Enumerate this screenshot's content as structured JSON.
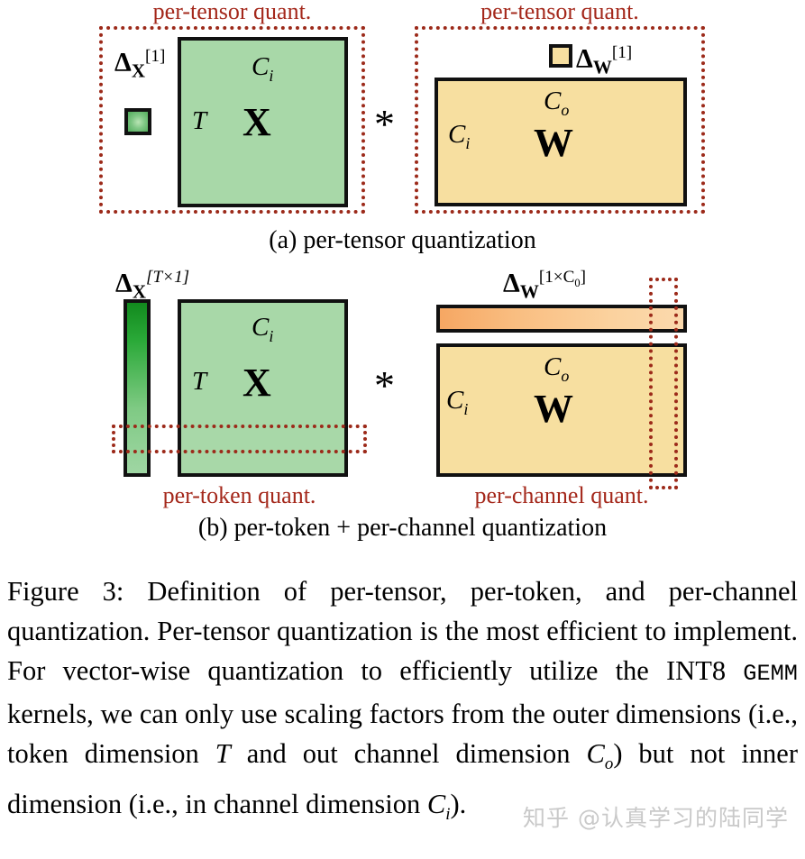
{
  "figure": {
    "panel_a": {
      "caption": "(a) per-tensor quantization",
      "left": {
        "annotation_label": "per-tensor quant.",
        "scale_symbol": "Δ",
        "scale_sub": "X",
        "scale_sup": "[1]",
        "matrix_name": "X",
        "dim_rows": "T",
        "dim_cols": "C",
        "dim_cols_sub": "i"
      },
      "operator": "*",
      "right": {
        "annotation_label": "per-tensor quant.",
        "scale_symbol": "Δ",
        "scale_sub": "W",
        "scale_sup": "[1]",
        "matrix_name": "W",
        "dim_rows": "C",
        "dim_rows_sub": "i",
        "dim_cols": "C",
        "dim_cols_sub": "o"
      }
    },
    "panel_b": {
      "caption": "(b) per-token + per-channel quantization",
      "left": {
        "annotation_label": "per-token quant.",
        "scale_symbol": "Δ",
        "scale_sub": "X",
        "scale_sup": "[T×1]",
        "matrix_name": "X",
        "dim_rows": "T",
        "dim_cols": "C",
        "dim_cols_sub": "i"
      },
      "operator": "*",
      "right": {
        "annotation_label": "per-channel quant.",
        "scale_symbol": "Δ",
        "scale_sub": "W",
        "scale_sup": "[1×C",
        "scale_sup_sub": "0",
        "scale_sup_end": "]",
        "matrix_name": "W",
        "dim_rows": "C",
        "dim_rows_sub": "i",
        "dim_cols": "C",
        "dim_cols_sub": "o"
      }
    }
  },
  "caption": {
    "label": "Figure 3:",
    "part1": " Definition of per-tensor, per-token, and per-channel quantization. Per-tensor quantization is the most efficient to implement. For vector-wise quantization to efficiently utilize the INT8 ",
    "mono": "GEMM",
    "part2": " kernels, we can only use scaling factors from the outer dimensions (i.e., token dimension ",
    "var_T": "T",
    "part3": " and out channel dimension ",
    "var_Co": "C",
    "var_Co_sub": "o",
    "part4": ") but not inner dimension (i.e., in channel dimension ",
    "var_Ci": "C",
    "var_Ci_sub": "i",
    "part5": ")."
  },
  "watermark": "知乎 @认真学习的陆同学",
  "colors": {
    "annotation_red": "#a4281b",
    "dotted_red": "#9c2a1a",
    "activation_green": "#a8d8a8",
    "weight_yellow": "#f7dfa0",
    "scale_orange": "#f6a763",
    "outline_black": "#111111"
  }
}
